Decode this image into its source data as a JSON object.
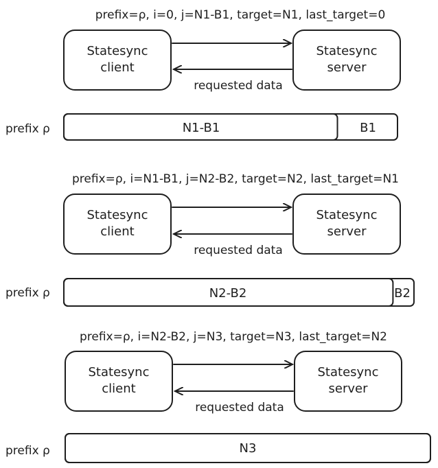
{
  "colors": {
    "client_fill": "#ffc9c9",
    "client_hatch": "#f28b8b",
    "server_fill": "#a5d8ff",
    "server_hatch": "#5fa8e8",
    "bar_fill": "#b2f2bb",
    "bar_hatch": "#69db7c",
    "stroke": "#1e1e1e"
  },
  "sections": [
    {
      "params": "prefix=ρ, i=0, j=N1-B1, target=N1, last_target=0",
      "client_label": [
        "Statesync",
        "client"
      ],
      "server_label": [
        "Statesync",
        "server"
      ],
      "return_label": "requested data",
      "prefix_label": "prefix ρ",
      "bar_filled_label": "N1-B1",
      "bar_remainder_label": "B1",
      "filled_fraction": 0.82
    },
    {
      "params": "prefix=ρ, i=N1-B1, j=N2-B2, target=N2, last_target=N1",
      "client_label": [
        "Statesync",
        "client"
      ],
      "server_label": [
        "Statesync",
        "server"
      ],
      "return_label": "requested data",
      "prefix_label": "prefix ρ",
      "bar_filled_label": "N2-B2",
      "bar_remainder_label": "B2",
      "filled_fraction": 0.94
    },
    {
      "params": "prefix=ρ, i=N2-B2, j=N3, target=N3, last_target=N2",
      "client_label": [
        "Statesync",
        "client"
      ],
      "server_label": [
        "Statesync",
        "server"
      ],
      "return_label": "requested data",
      "prefix_label": "prefix ρ",
      "bar_filled_label": "N3",
      "bar_remainder_label": "",
      "filled_fraction": 1.0
    }
  ]
}
